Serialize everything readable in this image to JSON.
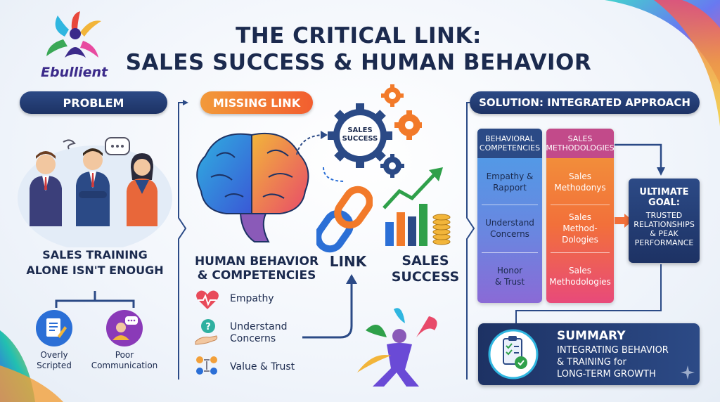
{
  "brand": {
    "name": "Ebullient"
  },
  "title": {
    "line1": "THE CRITICAL LINK:",
    "line2": "SALES SUCCESS & HUMAN BEHAVIOR"
  },
  "problem": {
    "label": "PROBLEM",
    "statement_line1": "SALES TRAINING",
    "statement_line2": "ALONE ISN'T ENOUGH",
    "issues": [
      {
        "line1": "Overly",
        "line2": "Scripted",
        "icon": "document-icon"
      },
      {
        "line1": "Poor",
        "line2": "Communication",
        "icon": "speech-person-icon"
      }
    ]
  },
  "missing_link": {
    "label": "MISSING LINK",
    "heading_line1": "HUMAN BEHAVIOR",
    "heading_line2": "& COMPETENCIES",
    "items": [
      {
        "line1": "Empathy",
        "line2": "",
        "icon": "heart-pulse-icon"
      },
      {
        "line1": "Understand",
        "line2": "Concerns",
        "icon": "hand-question-icon"
      },
      {
        "line1": "Value & Trust",
        "line2": "",
        "icon": "team-icon"
      }
    ],
    "gear_label_line1": "SALES",
    "gear_label_line2": "SUCCESS",
    "link_label": "LINK",
    "success_line1": "SALES",
    "success_line2": "SUCCESS"
  },
  "solution": {
    "label": "SOLUTION: INTEGRATED APPROACH",
    "behavioral": {
      "header_line1": "BEHAVIORAL",
      "header_line2": "COMPETENCIES",
      "cells": [
        {
          "line1": "Empathy &",
          "line2": "Rapport"
        },
        {
          "line1": "Understand",
          "line2": "Concerns"
        },
        {
          "line1": "Honor",
          "line2": "& Trust"
        }
      ]
    },
    "methodologies": {
      "header_line1": "SALES",
      "header_line2": "METHODOLOGIES",
      "cells": [
        {
          "line1": "Sales",
          "line2": "Methodonys",
          "line3": ""
        },
        {
          "line1": "Sales",
          "line2": "Method-",
          "line3": "Dologies"
        },
        {
          "line1": "Sales",
          "line2": "Methodologies",
          "line3": ""
        }
      ]
    },
    "goal": {
      "line1": "ULTIMATE",
      "line2": "GOAL:",
      "line3": "TRUSTED",
      "line4": "RELATIONSHIPS",
      "line5": "& PEAK",
      "line6": "PERFORMANCE"
    }
  },
  "summary": {
    "title": "SUMMARY",
    "line1": "INTEGRATING BEHAVIOR",
    "line2": "& TRAINING for",
    "line3": "LONG-TERM GROWTH"
  },
  "colors": {
    "navy": "#1d3264",
    "orange": "#f25e2f",
    "blue_column": "#2f7fd6",
    "orange_column": "#f2703a"
  }
}
